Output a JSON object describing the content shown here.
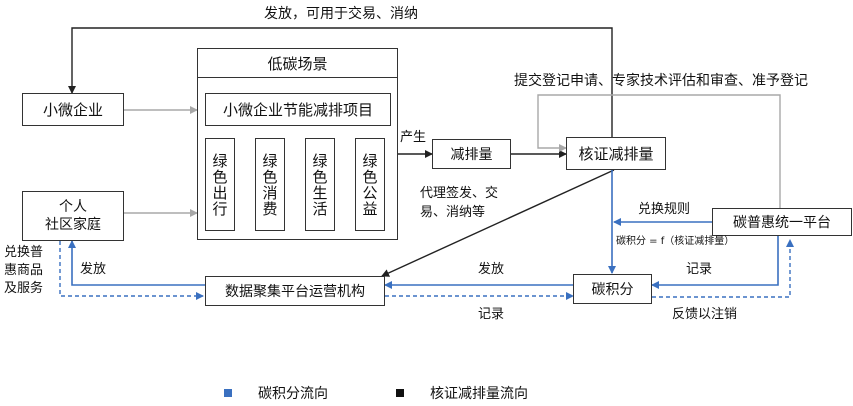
{
  "nodes": {
    "small_enterprise": "小微企业",
    "scene_title": "低碳场景",
    "project": "小微企业节能减排项目",
    "green_travel": "绿色出行",
    "green_consumption": "绿色消费",
    "green_life": "绿色生活",
    "green_welfare": "绿色公益",
    "individual_line1": "个人",
    "individual_line2": "社区家庭",
    "reduction": "减排量",
    "verified_reduction": "核证减排量",
    "platform": "碳普惠统一平台",
    "aggregator": "数据聚集平台运营机构",
    "carbon_credit": "碳积分"
  },
  "edge_labels": {
    "issue_top": "发放，可用于交易、消纳",
    "submit": "提交登记申请、专家技术评估和审查、准予登记",
    "produce": "产生",
    "agent_line1": "代理签发、交",
    "agent_line2": "易、消纳等",
    "exchange_rule": "兑换规则",
    "formula": "碳积分 = f（核证减排量）",
    "exchange_goods_line1": "兑换普",
    "exchange_goods_line2": "惠商品",
    "exchange_goods_line3": "及服务",
    "issue_left": "发放",
    "issue_mid": "发放",
    "record_right": "记录",
    "record_bottom": "记录",
    "feedback": "反馈以注销"
  },
  "legend": {
    "credit_flow": "碳积分流向",
    "reduction_flow": "核证减排量流向"
  },
  "colors": {
    "credit_flow": "#3a70c0",
    "reduction_flow": "#222222",
    "gray_arrow": "#a8a8a8"
  }
}
